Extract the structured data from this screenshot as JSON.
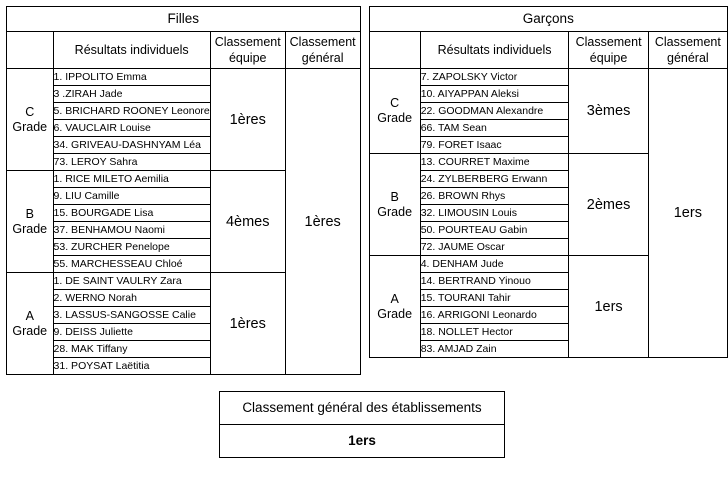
{
  "tables": [
    {
      "gender_title": "Filles",
      "headers": {
        "grade": "",
        "individual": "Résultats individuels",
        "team_rank": "Classement équipe",
        "team_rank_line1": "Classement",
        "team_rank_line2": "équipe",
        "general_rank_line1": "Classement",
        "general_rank_line2": "général"
      },
      "general_rank": "1ères",
      "sections": [
        {
          "grade_letter": "C",
          "grade_word": "Grade",
          "team_rank": "1ères",
          "participants": [
            "1. IPPOLITO Emma",
            "3 .ZIRAH Jade",
            "5. BRICHARD ROONEY Leonore",
            "6. VAUCLAIR Louise",
            "34. GRIVEAU-DASHNYAM Léa",
            "73. LEROY Sahra"
          ]
        },
        {
          "grade_letter": "B",
          "grade_word": "Grade",
          "team_rank": "4èmes",
          "participants": [
            "1. RICE MILETO Aemilia",
            "9. LIU Camille",
            "15. BOURGADE Lisa",
            "37. BENHAMOU Naomi",
            "53. ZURCHER Penelope",
            "55. MARCHESSEAU Chloé"
          ]
        },
        {
          "grade_letter": "A",
          "grade_word": "Grade",
          "team_rank": "1ères",
          "participants": [
            "1. DE SAINT VAULRY Zara",
            "2. WERNO Norah",
            "3. LASSUS-SANGOSSE Calie",
            "9. DEISS Juliette",
            "28. MAK Tiffany",
            "31. POYSAT Laëtitia"
          ]
        }
      ]
    },
    {
      "gender_title": "Garçons",
      "headers": {
        "grade": "",
        "individual": "Résultats individuels",
        "team_rank_line1": "Classement",
        "team_rank_line2": "équipe",
        "general_rank_line1": "Classement",
        "general_rank_line2": "général"
      },
      "general_rank": "1ers",
      "sections": [
        {
          "grade_letter": "C",
          "grade_word": "Grade",
          "team_rank": "3èmes",
          "participants": [
            "7. ZAPOLSKY Victor",
            "10. AIYAPPAN Aleksi",
            "22. GOODMAN Alexandre",
            "66. TAM Sean",
            "79. FORET Isaac"
          ]
        },
        {
          "grade_letter": "B",
          "grade_word": "Grade",
          "team_rank": "2èmes",
          "participants": [
            "13. COURRET Maxime",
            "24. ZYLBERBERG Erwann",
            "26. BROWN Rhys",
            "32. LIMOUSIN Louis",
            "50. POURTEAU Gabin",
            "72. JAUME Oscar"
          ]
        },
        {
          "grade_letter": "A",
          "grade_word": "Grade",
          "team_rank": "1ers",
          "participants": [
            "4. DENHAM Jude",
            "14. BERTRAND Yinouo",
            "15. TOURANI Tahir",
            "16. ARRIGONI Leonardo",
            "18. NOLLET Hector",
            "83. AMJAD Zain"
          ]
        }
      ]
    }
  ],
  "summary": {
    "label": "Classement général des établissements",
    "value": "1ers"
  }
}
